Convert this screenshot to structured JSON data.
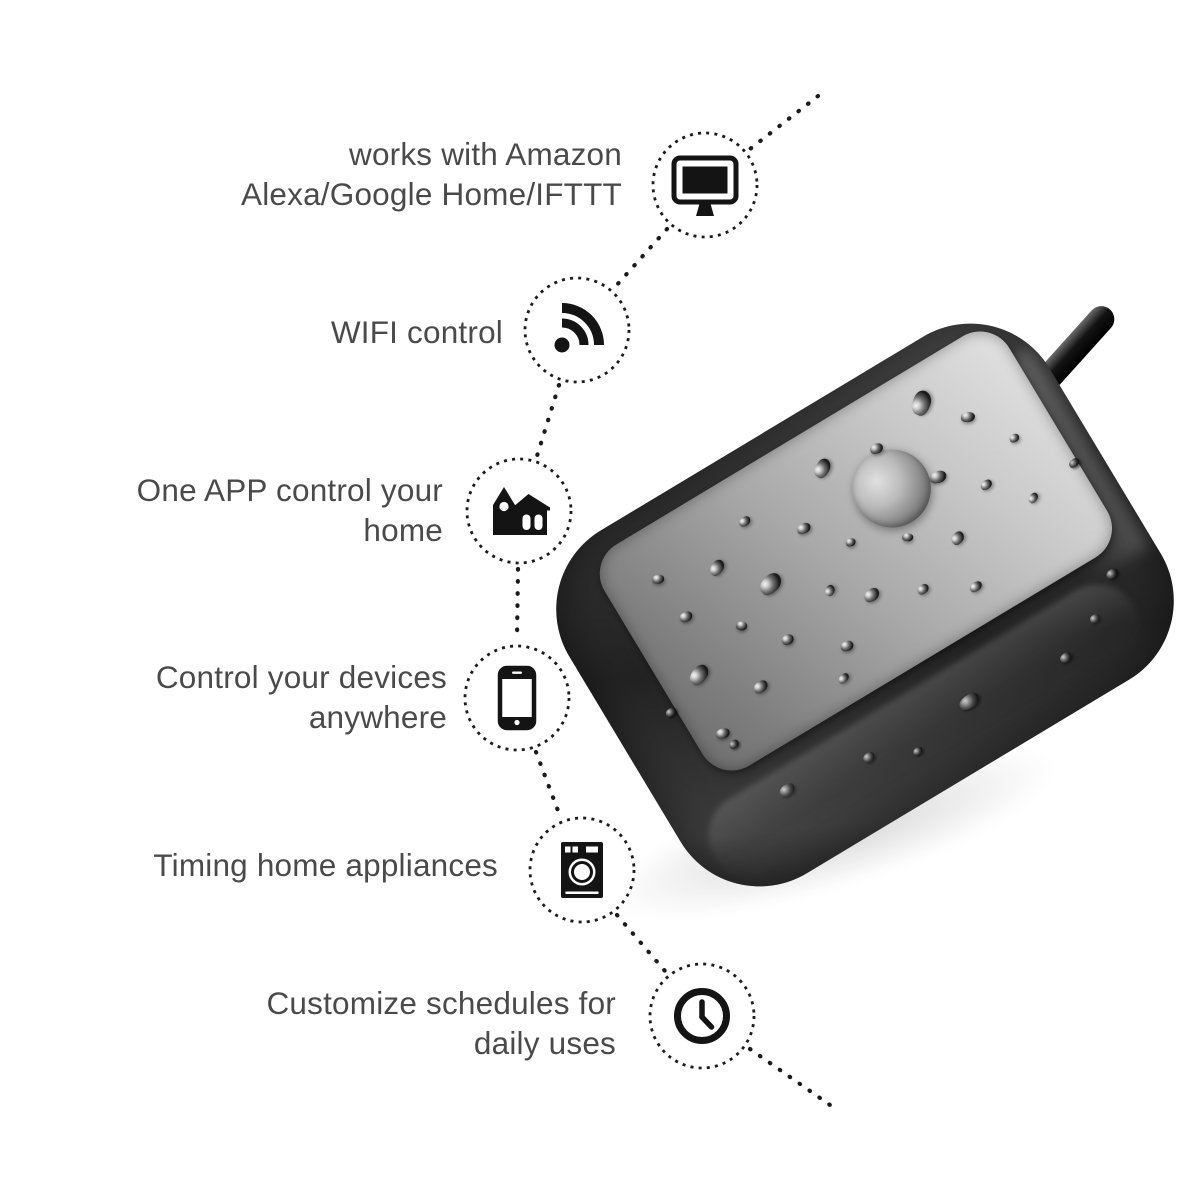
{
  "canvas": {
    "background": "#ffffff"
  },
  "colors": {
    "text": "#4a4a4a",
    "icon": "#141414",
    "connector": "#1b1b1b",
    "plate_light": "#e2e2e2",
    "plate_dark": "#6e6e6e"
  },
  "product_image": "waterproof-smart-wifi-switch-with-power-cable-and-water-droplets",
  "features": [
    {
      "icon": "monitor-icon",
      "lines": [
        "works with Amazon",
        "Alexa/Google Home/IFTTT"
      ]
    },
    {
      "icon": "wifi-icon",
      "lines": [
        "WIFI control"
      ]
    },
    {
      "icon": "home-icon",
      "lines": [
        "One APP control your",
        "home"
      ]
    },
    {
      "icon": "smartphone-icon",
      "lines": [
        "Control your devices",
        "anywhere"
      ]
    },
    {
      "icon": "washing-machine-icon",
      "lines": [
        "Timing home appliances"
      ]
    },
    {
      "icon": "clock-icon",
      "lines": [
        "Customize schedules for",
        "daily uses"
      ]
    }
  ]
}
